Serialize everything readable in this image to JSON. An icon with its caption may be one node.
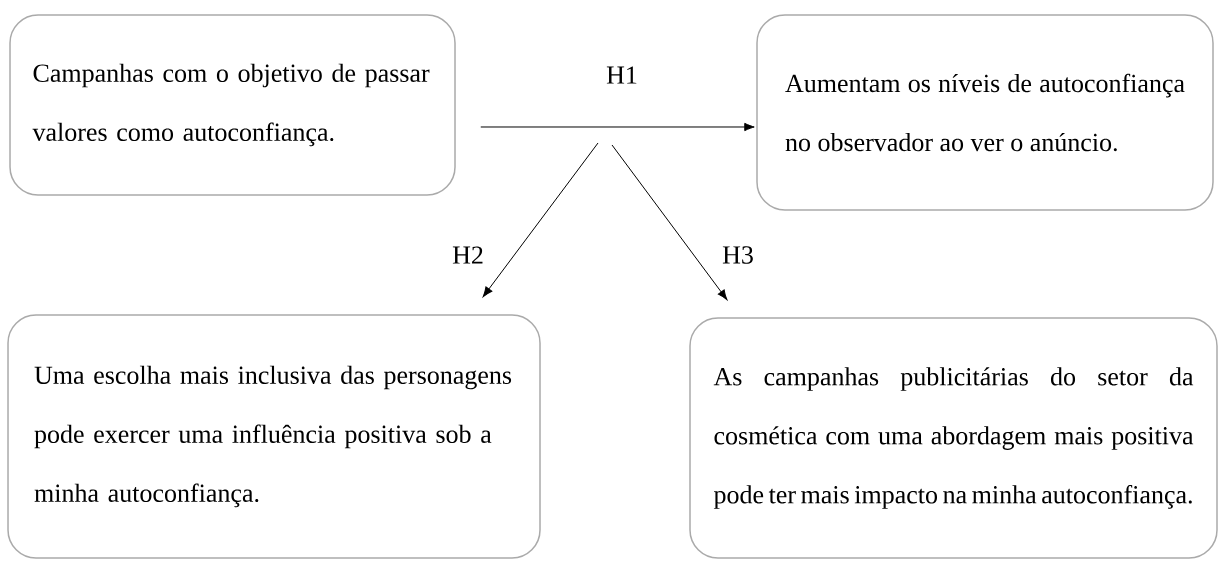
{
  "diagram": {
    "nodes": [
      {
        "text": [
          "Campanhas com o objetivo de passar valores como autoconfiança."
        ]
      },
      {
        "text": [
          "Aumentam os níveis de autoconfiança no observador ao ver o anúncio."
        ]
      },
      {
        "text": [
          "Uma escolha mais inclusiva das personagens pode exercer uma influência positiva sob a minha autoconfiança."
        ]
      },
      {
        "text": [
          "As campanhas publicitárias do setor da cosmética com uma abordagem mais positiva pode ter mais impacto na minha autoconfiança."
        ]
      }
    ],
    "edges": [
      {
        "from": 0,
        "to": 1,
        "arrow": "to",
        "label": "H1"
      },
      {
        "from": null,
        "to": 2,
        "arrow": "to",
        "label": "H2"
      },
      {
        "from": null,
        "to": 3,
        "arrow": "to",
        "label": "H3"
      }
    ]
  }
}
